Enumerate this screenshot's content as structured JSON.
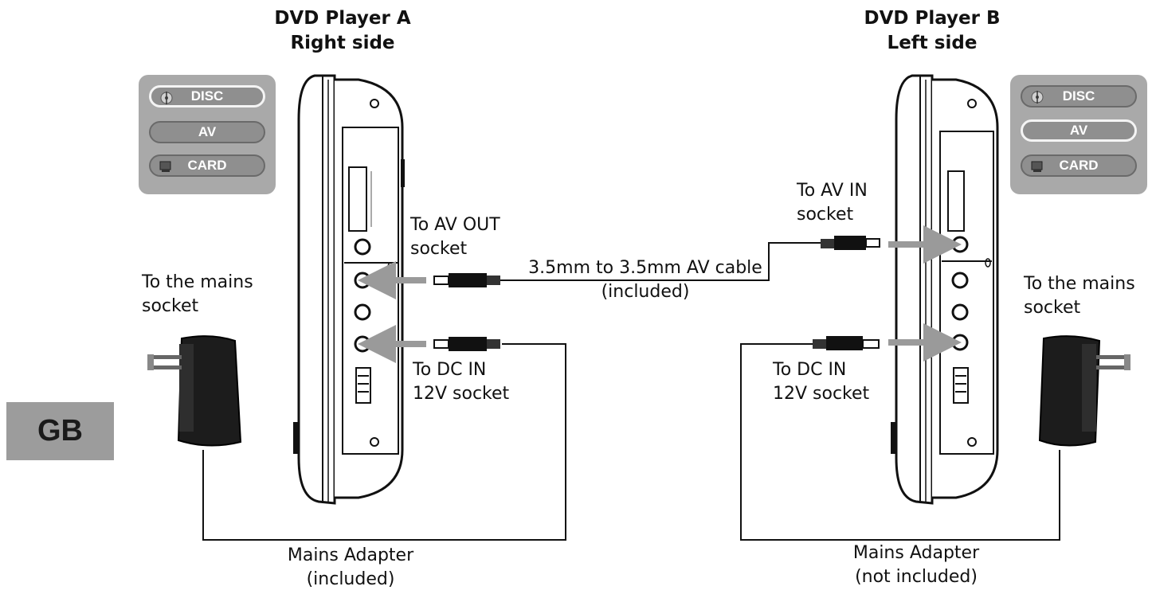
{
  "player_a": {
    "title_line1": "DVD Player A",
    "title_line2": "Right side"
  },
  "player_b": {
    "title_line1": "DVD Player B",
    "title_line2": "Left side"
  },
  "mode_panel_a": {
    "buttons": [
      "DISC",
      "AV",
      "CARD"
    ],
    "active": "DISC"
  },
  "mode_panel_b": {
    "buttons": [
      "DISC",
      "AV",
      "CARD"
    ],
    "active": "AV"
  },
  "labels": {
    "av_out_line1": "To AV OUT",
    "av_out_line2": "socket",
    "av_in_line1": "To AV IN",
    "av_in_line2": "socket",
    "cable_line1": "3.5mm to 3.5mm AV cable",
    "cable_line2": "(included)",
    "mains_a_line1": "To the mains",
    "mains_a_line2": "socket",
    "mains_b_line1": "To the mains",
    "mains_b_line2": "socket",
    "dc_in_a_line1": "To DC IN",
    "dc_in_a_line2": "12V socket",
    "dc_in_b_line1": "To DC IN",
    "dc_in_b_line2": "12V socket",
    "adapter_a_line1": "Mains Adapter",
    "adapter_a_line2": "(included)",
    "adapter_b_line1": "Mains Adapter",
    "adapter_b_line2": "(not included)"
  },
  "language_tab": "GB",
  "icons": {
    "disc": "disc-icon",
    "card": "card-icon",
    "plug": "power-plug-icon",
    "jack": "av-jack-icon",
    "arrow": "connection-arrow-icon"
  },
  "colors": {
    "line": "#111111",
    "arrow": "#9a9a9a",
    "panel": "#a9a9a9",
    "tab": "#9c9c9c"
  }
}
